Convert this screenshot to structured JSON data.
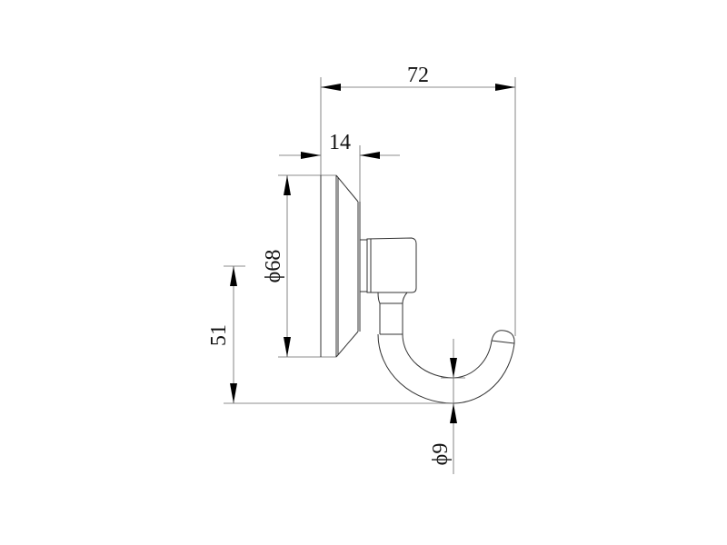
{
  "drawing": {
    "subject": "Robe hook technical side view",
    "units": "mm",
    "colors": {
      "background": "#ffffff",
      "line": "#333333",
      "text": "#111111"
    },
    "dimensions": {
      "overall_depth": {
        "label": "72",
        "value": 72
      },
      "base_thickness": {
        "label": "14",
        "value": 14
      },
      "base_diameter": {
        "label": "ϕ68",
        "value": 68
      },
      "hook_height": {
        "label": "51",
        "value": 51
      },
      "rod_diameter": {
        "label": "ϕ9",
        "value": 9
      }
    }
  }
}
